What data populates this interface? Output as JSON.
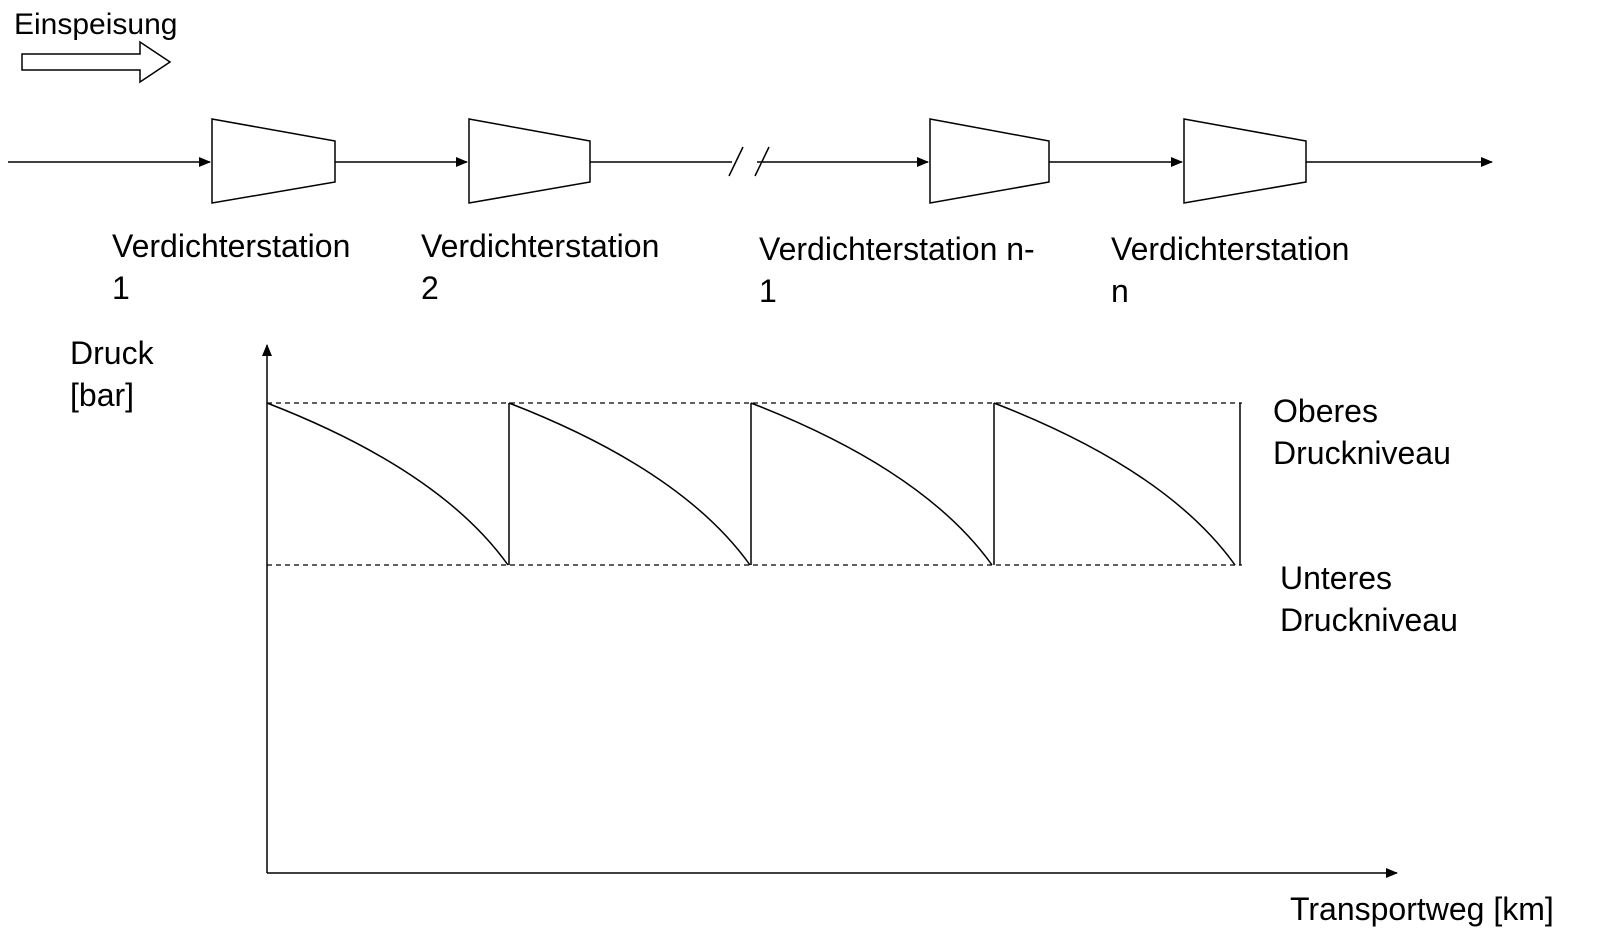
{
  "feed_label": "Einspeisung",
  "stations": [
    {
      "line1": "Verdichterstation",
      "line2": "1"
    },
    {
      "line1": "Verdichterstation",
      "line2": "2"
    },
    {
      "line1": "Verdichterstation n-",
      "line2": "1"
    },
    {
      "line1": "Verdichterstation",
      "line2": "n"
    }
  ],
  "chart": {
    "y_label_line1": "Druck",
    "y_label_line2": "[bar]",
    "x_label": "Transportweg [km]",
    "upper_label_line1": "Oberes",
    "upper_label_line2": "Druckniveau",
    "lower_label_line1": "Unteres",
    "lower_label_line2": "Druckniveau"
  }
}
